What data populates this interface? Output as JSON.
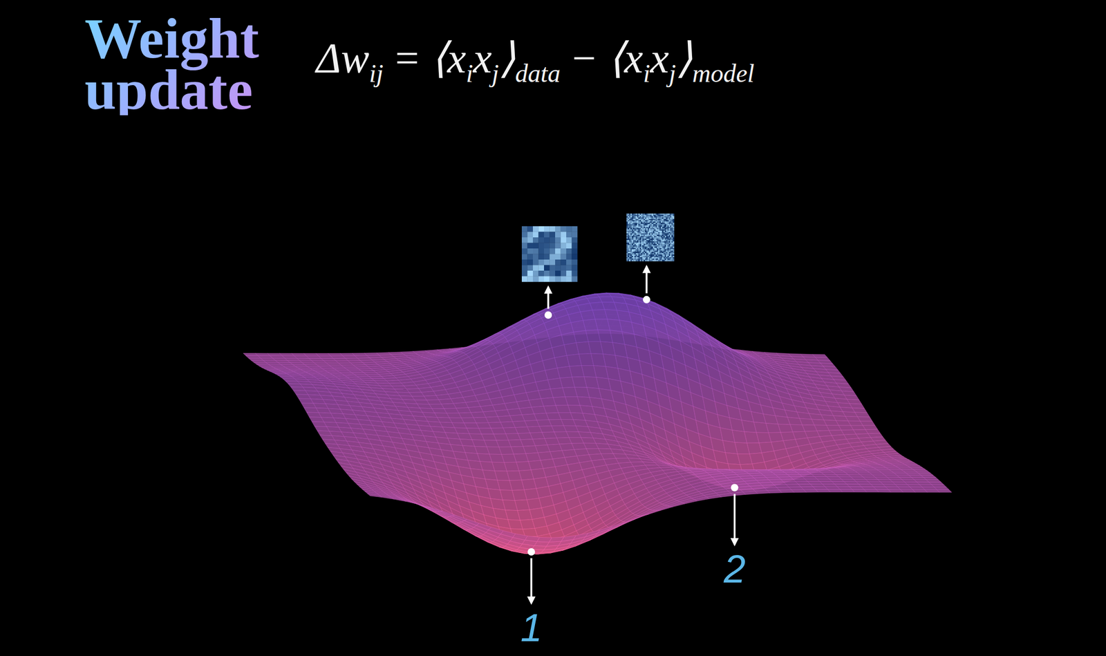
{
  "diagram": {
    "title": "Weight update",
    "labels": [
      "Δw",
      "ij",
      "=",
      "⟨x",
      "i",
      "x",
      "j",
      "⟩",
      "data",
      "−",
      "⟨x",
      "i",
      "x",
      "j",
      "⟩",
      "model",
      "1",
      "2"
    ]
  }
}
